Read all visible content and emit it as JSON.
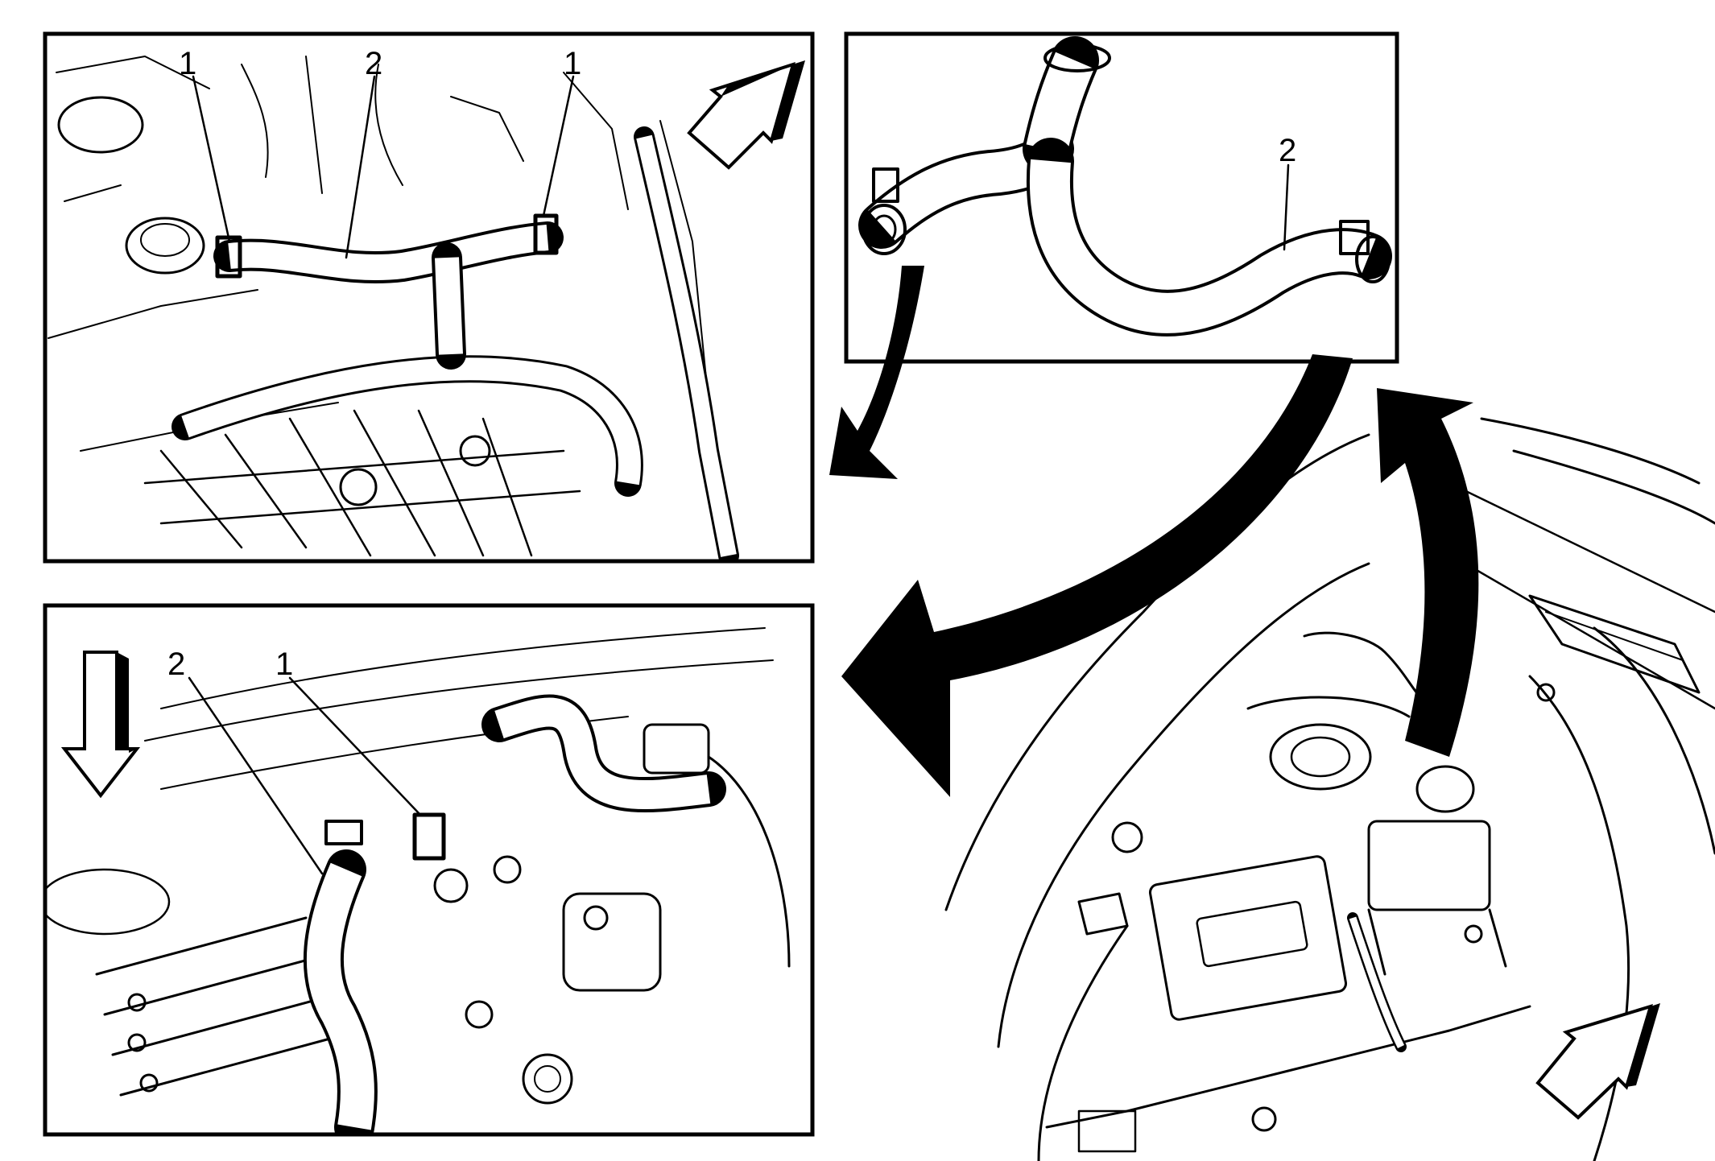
{
  "colors": {
    "ink": "#000000",
    "paper": "#ffffff"
  },
  "panels": {
    "top_left": {
      "callouts": [
        "1",
        "2",
        "1"
      ]
    },
    "top_right": {
      "callouts": [
        "2"
      ]
    },
    "bottom_left": {
      "callouts": [
        "2",
        "1"
      ]
    }
  },
  "icons": [
    "view-direction-arrow-icon",
    "sweep-arrow-icon"
  ]
}
